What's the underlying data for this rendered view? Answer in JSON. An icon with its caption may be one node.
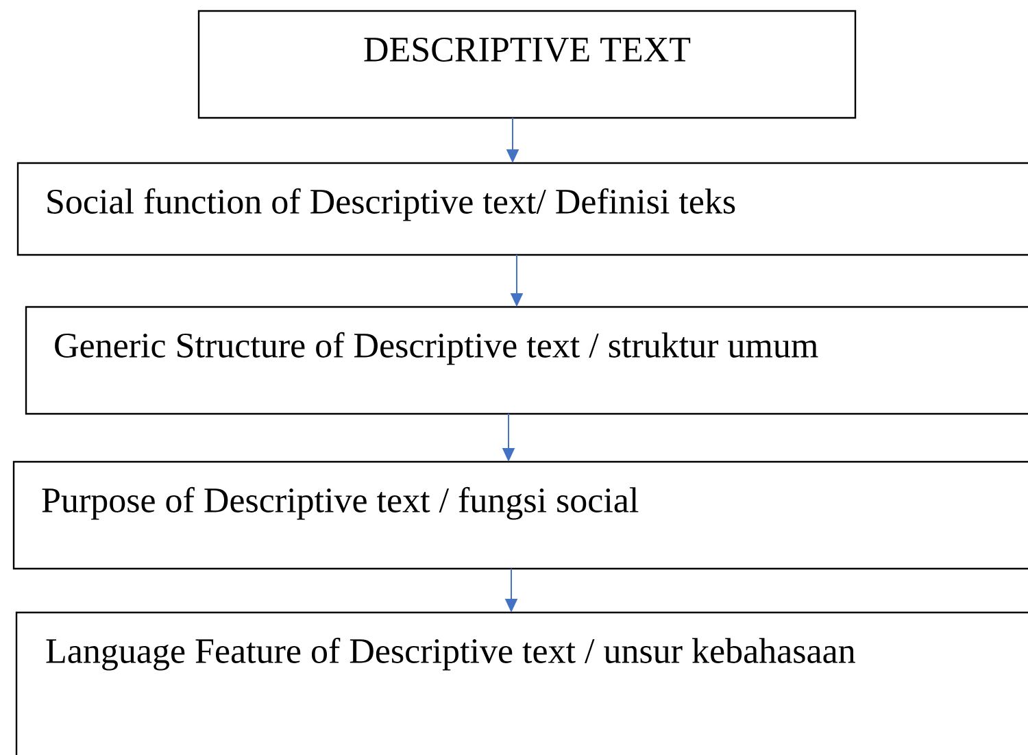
{
  "diagram": {
    "nodes": [
      {
        "text": [
          "DESCRIPTIVE TEXT"
        ]
      },
      {
        "text": [
          "Social function of Descriptive text/ Definisi teks"
        ]
      },
      {
        "text": [
          "Generic Structure of Descriptive text / struktur umum"
        ]
      },
      {
        "text": [
          "Purpose of Descriptive text / fungsi social"
        ]
      },
      {
        "text": [
          "Language Feature of Descriptive text / unsur kebahasaan"
        ]
      }
    ],
    "edges": [
      {
        "from": 0,
        "to": 1,
        "arrow": "to"
      },
      {
        "from": 1,
        "to": 2,
        "arrow": "to"
      },
      {
        "from": 2,
        "to": 3,
        "arrow": "to"
      },
      {
        "from": 3,
        "to": 4,
        "arrow": "to"
      }
    ]
  }
}
